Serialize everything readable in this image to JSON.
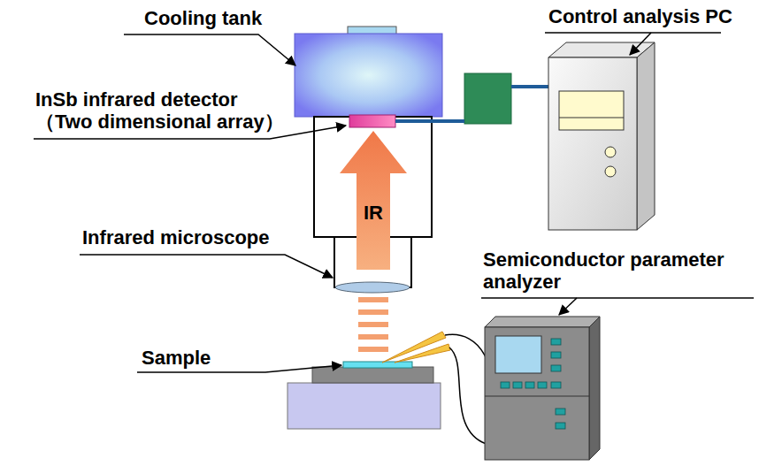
{
  "diagram": {
    "labels": [
      "Cooling tank",
      "Control analysis PC",
      "InSb infrared detector （Two dimensional array）",
      "IR",
      "Infrared microscope",
      "Semiconductor parameter analyzer",
      "Sample"
    ]
  }
}
